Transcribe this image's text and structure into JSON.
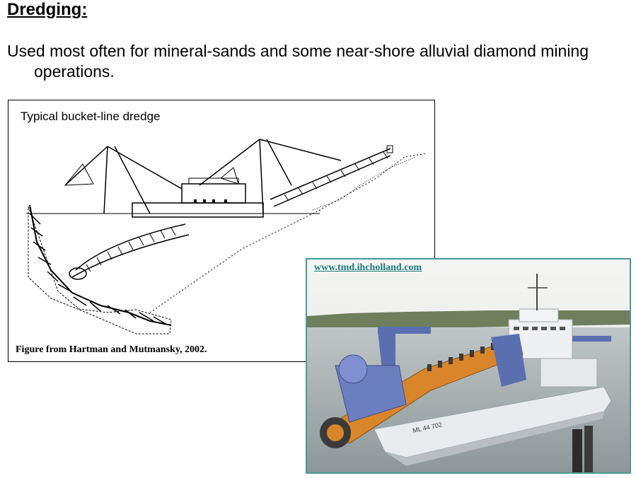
{
  "slide": {
    "title": "Dredging:",
    "body": "Used most often for mineral-sands and some near-shore alluvial diamond mining operations."
  },
  "figure": {
    "caption_top": "Typical bucket-line dredge",
    "caption_bottom": "Figure from Hartman and Mutmansky, 2002."
  },
  "photo": {
    "link": "www.tmd.ihcholland.com",
    "hull_marking": "ML 44 702"
  },
  "colors": {
    "photo_border": "#4a9a9a",
    "link": "#1a7a7a",
    "dredge_blue": "#5a6fb0",
    "dredge_orange": "#d9852a",
    "hull_white": "#e9ecef",
    "water": "#a9b2b4"
  }
}
